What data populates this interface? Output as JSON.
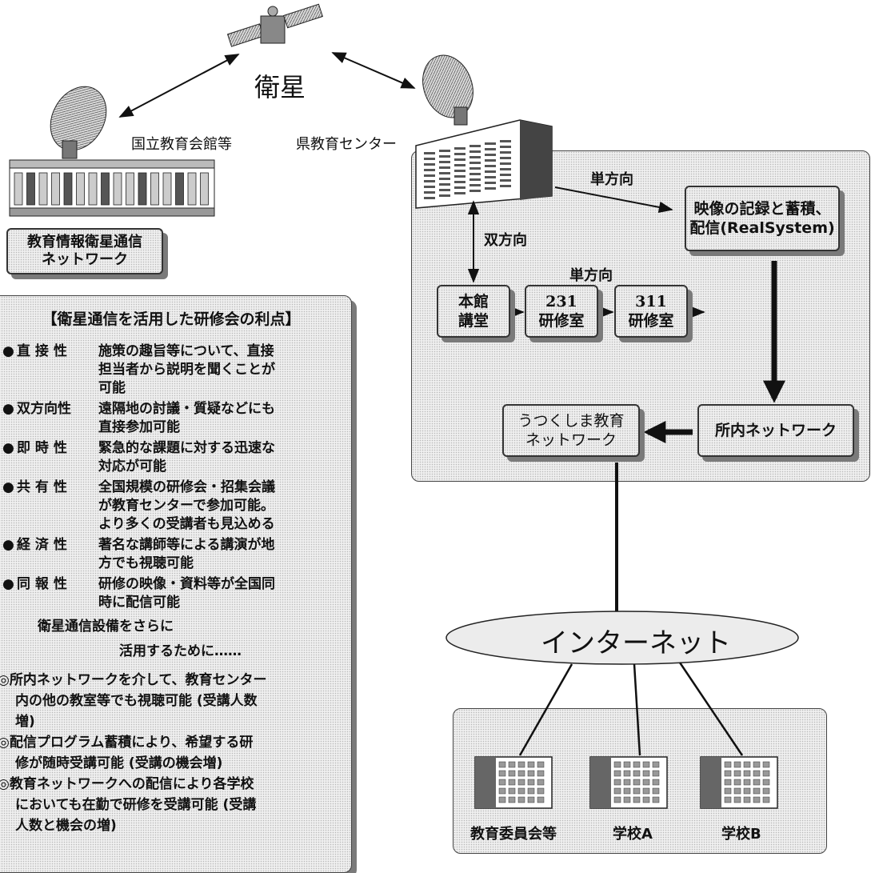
{
  "satellite_label": "衛星",
  "left_site_label": "国立教育会館等",
  "center_site_label": "県教育センター",
  "network_box_label": "教育情報衛星通信ネットワーク",
  "network_box_lines": [
    "教育情報衛星通信",
    "ネットワーク"
  ],
  "one_way_top": "単方向",
  "two_way": "双方向",
  "one_way_mid": "単方向",
  "recording_box": [
    "映像の記録と蓄積、",
    "配信(RealSystem)"
  ],
  "hall_box": [
    "本館",
    "講堂"
  ],
  "room231": [
    "231",
    "研修室"
  ],
  "room311": [
    "311",
    "研修室"
  ],
  "internal_network": "所内ネットワーク",
  "utsukushima_box": [
    "うつくしま教育",
    "ネットワーク"
  ],
  "internet_label": "インターネット",
  "endpoints": [
    "教育委員会等",
    "学校A",
    "学校B"
  ],
  "benefits": {
    "title": "【衛星通信を活用した研修会の利点】",
    "items": [
      {
        "bullet": "●",
        "term": "直 接 性",
        "desc": [
          "施策の趣旨等について、直接",
          "担当者から説明を聞くことが",
          "可能"
        ]
      },
      {
        "bullet": "●",
        "term": "双方向性",
        "desc": [
          "遠隔地の討議・質疑などにも",
          "直接参加可能"
        ]
      },
      {
        "bullet": "●",
        "term": "即 時 性",
        "desc": [
          "緊急的な課題に対する迅速な",
          "対応が可能"
        ]
      },
      {
        "bullet": "●",
        "term": "共 有 性",
        "desc": [
          "全国規模の研修会・招集会議",
          "が教育センターで参加可能。",
          "より多くの受講者も見込める"
        ]
      },
      {
        "bullet": "●",
        "term": "経 済 性",
        "desc": [
          "著名な講師等による講演が地",
          "方でも視聴可能"
        ]
      },
      {
        "bullet": "●",
        "term": "同 報 性",
        "desc": [
          "研修の映像・資料等が全国同",
          "時に配信可能"
        ]
      }
    ],
    "further_lines": [
      "衛星通信設備をさらに",
      "活用するために……"
    ],
    "extras": [
      {
        "mark": "◎",
        "lines": [
          "所内ネットワークを介して、教育センター",
          "内の他の教室等でも視聴可能 (受講人数",
          "増)"
        ]
      },
      {
        "mark": "◎",
        "lines": [
          "配信プログラム蓄積により、希望する研",
          "修が随時受講可能 (受講の機会増)"
        ]
      },
      {
        "mark": "◎",
        "lines": [
          "教育ネットワークへの配信により各学校",
          "においても在勤で研修を受講可能 (受講",
          "人数と機会の増)"
        ]
      }
    ]
  }
}
